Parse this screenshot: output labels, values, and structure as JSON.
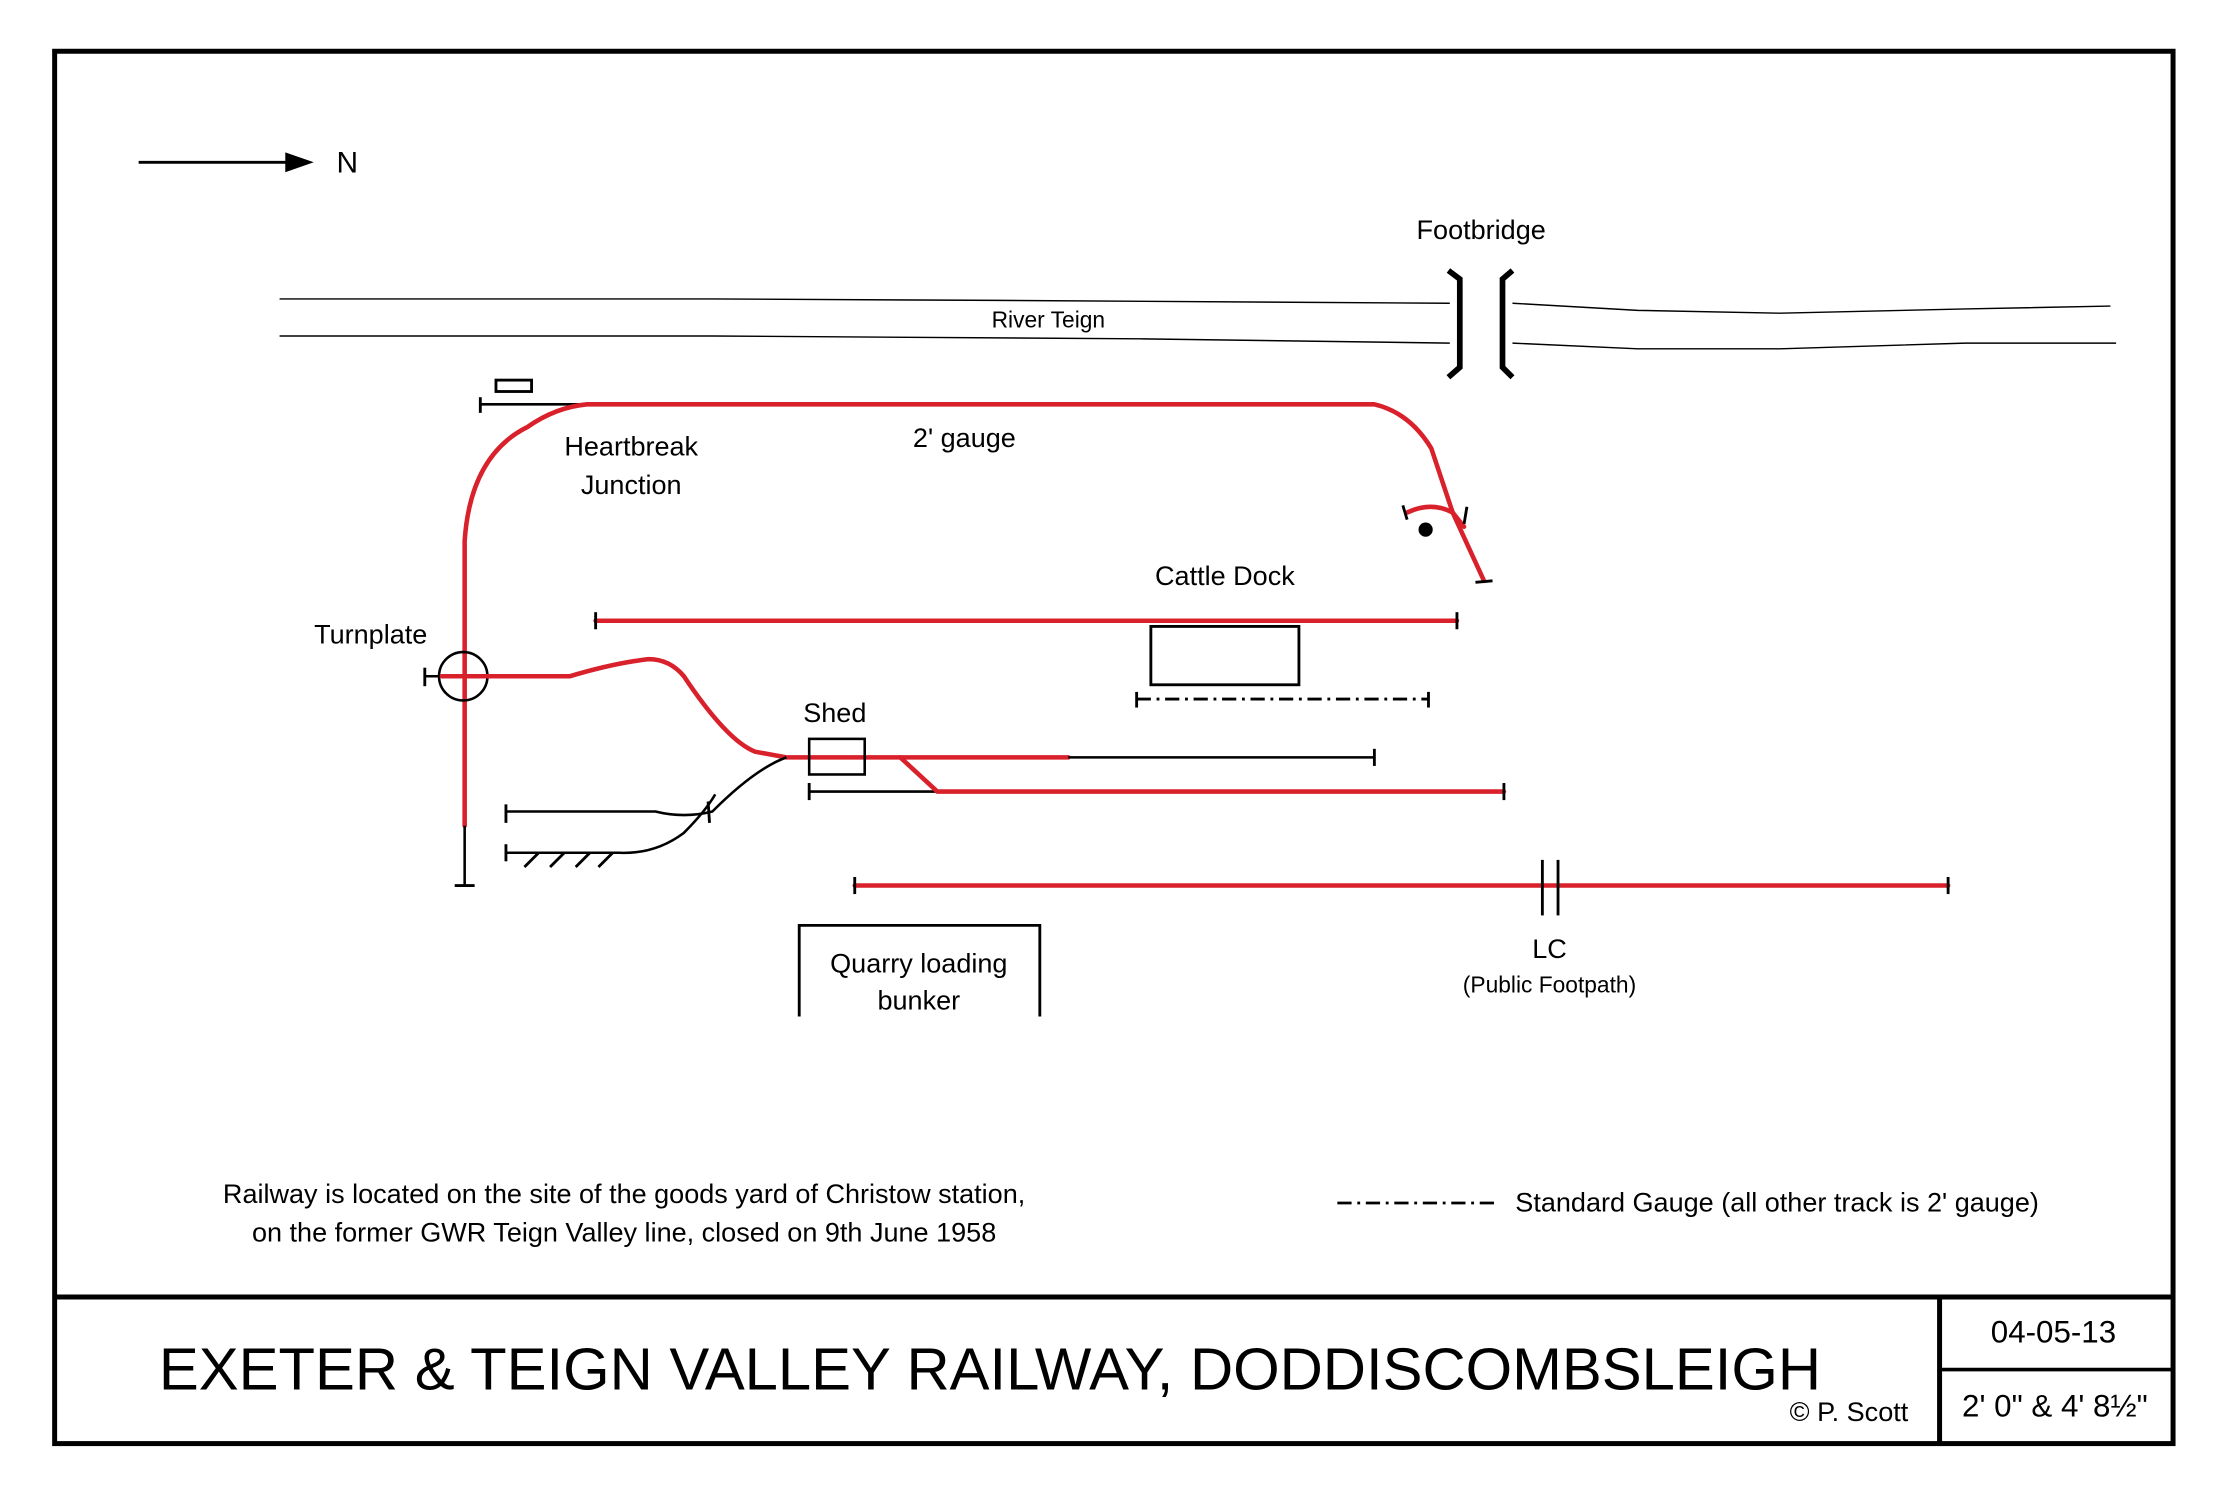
{
  "diagram": {
    "title": "EXETER & TEIGN VALLEY RAILWAY, DODDISCOMBSLEIGH",
    "copyright": "© P. Scott",
    "date": "04-05-13",
    "gauges": "2' 0\" & 4' 8½\"",
    "north_label": "N",
    "labels": {
      "footbridge": "Footbridge",
      "river": "River Teign",
      "gauge_note": "2' gauge",
      "heartbreak_1": "Heartbreak",
      "heartbreak_2": "Junction",
      "cattle_dock": "Cattle Dock",
      "turnplate": "Turnplate",
      "shed": "Shed",
      "quarry_1": "Quarry loading",
      "quarry_2": "bunker",
      "lc": "LC",
      "lc_sub": "(Public Footpath)"
    },
    "notes": {
      "line1": "Railway is located on the site of the goods yard of Christow station,",
      "line2": "on the former GWR Teign Valley line, closed on 9th June 1958"
    },
    "legend": {
      "standard_gauge": "Standard Gauge (all other track is 2' gauge)"
    },
    "colors": {
      "narrow_gauge_track": "#d9212c",
      "other_track": "#000000"
    }
  }
}
